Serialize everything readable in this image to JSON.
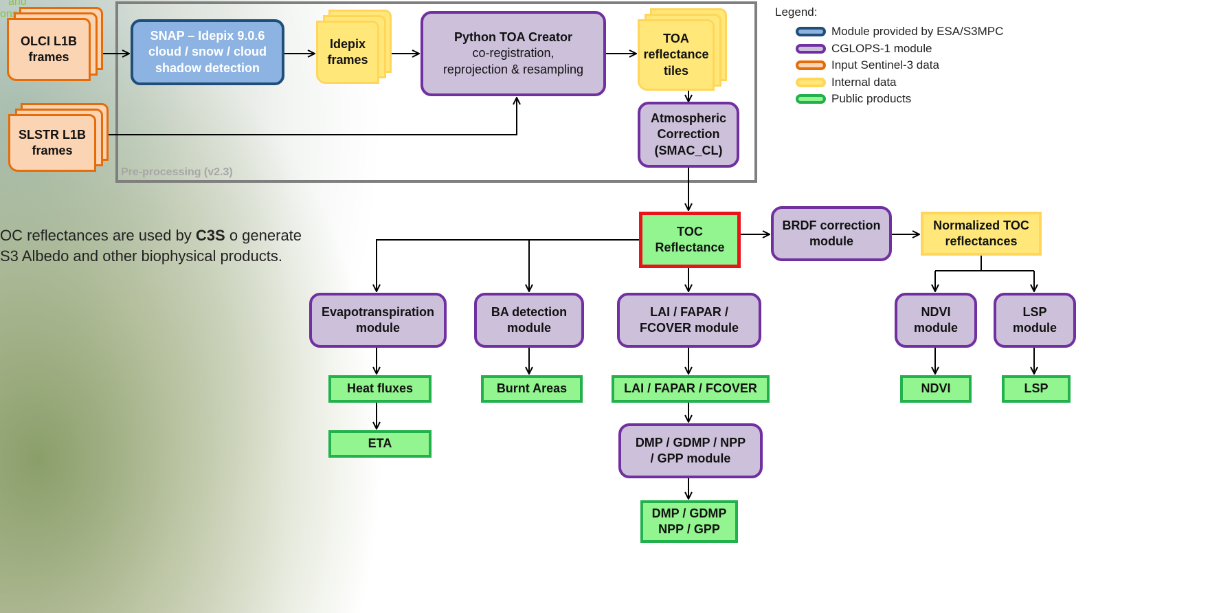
{
  "header": {
    "corner_text_line1": "and",
    "corner_text_line2": "ons"
  },
  "legend": {
    "title": "Legend:",
    "items": [
      {
        "label": "Module provided by ESA/S3MPC",
        "fill": "#8db3e2",
        "border": "#1f4e79"
      },
      {
        "label": "CGLOPS-1 module",
        "fill": "#ccc0da",
        "border": "#7030a0"
      },
      {
        "label": "Input Sentinel-3 data",
        "fill": "#fbd4b4",
        "border": "#e46c0a"
      },
      {
        "label": "Internal data",
        "fill": "#ffe879",
        "border": "#ffd65a"
      },
      {
        "label": "Public products",
        "fill": "#92f58f",
        "border": "#22b14c"
      }
    ]
  },
  "note": {
    "text_start": "OC reflectances are used by ",
    "text_bold": "C3S",
    "text_end": " o generate S3 Albedo and other biophysical products."
  },
  "preprocessing": {
    "label": "Pre-processing (v2.3)"
  },
  "nodes": {
    "olci": {
      "line1": "OLCI L1B",
      "line2": "frames"
    },
    "slstr": {
      "line1": "SLSTR L1B",
      "line2": "frames"
    },
    "snap": {
      "line1": "SNAP – Idepix 9.0.6",
      "line2": "cloud / snow / cloud",
      "line3": "shadow detection"
    },
    "idepix": {
      "line1": "Idepix",
      "line2": "frames"
    },
    "python_toa": {
      "line1": "Python TOA Creator",
      "line2": "co-registration,",
      "line3": "reprojection & resampling"
    },
    "toa_tiles": {
      "line1": "TOA",
      "line2": "reflectance",
      "line3": "tiles"
    },
    "atmo": {
      "line1": "Atmospheric",
      "line2": "Correction",
      "line3": "(SMAC_CL)"
    },
    "toc": {
      "line1": "TOC",
      "line2": "Reflectance"
    },
    "brdf": {
      "line1": "BRDF correction",
      "line2": "module"
    },
    "norm_toc": {
      "line1": "Normalized TOC",
      "line2": "reflectances"
    },
    "evapo": {
      "line1": "Evapotranspiration",
      "line2": "module"
    },
    "ba": {
      "line1": "BA detection",
      "line2": "module"
    },
    "lai_mod": {
      "line1": "LAI / FAPAR /",
      "line2": "FCOVER module"
    },
    "ndvi_mod": {
      "line1": "NDVI",
      "line2": "module"
    },
    "lsp_mod": {
      "line1": "LSP",
      "line2": "module"
    },
    "heat": {
      "line1": "Heat fluxes"
    },
    "burnt": {
      "line1": "Burnt Areas"
    },
    "lai_prod": {
      "line1": "LAI / FAPAR / FCOVER"
    },
    "ndvi_prod": {
      "line1": "NDVI"
    },
    "lsp_prod": {
      "line1": "LSP"
    },
    "eta": {
      "line1": "ETA"
    },
    "dmp_mod": {
      "line1": "DMP / GDMP / NPP",
      "line2": "/ GPP module"
    },
    "dmp_prod": {
      "line1": "DMP / GDMP",
      "line2": "NPP / GPP"
    }
  }
}
